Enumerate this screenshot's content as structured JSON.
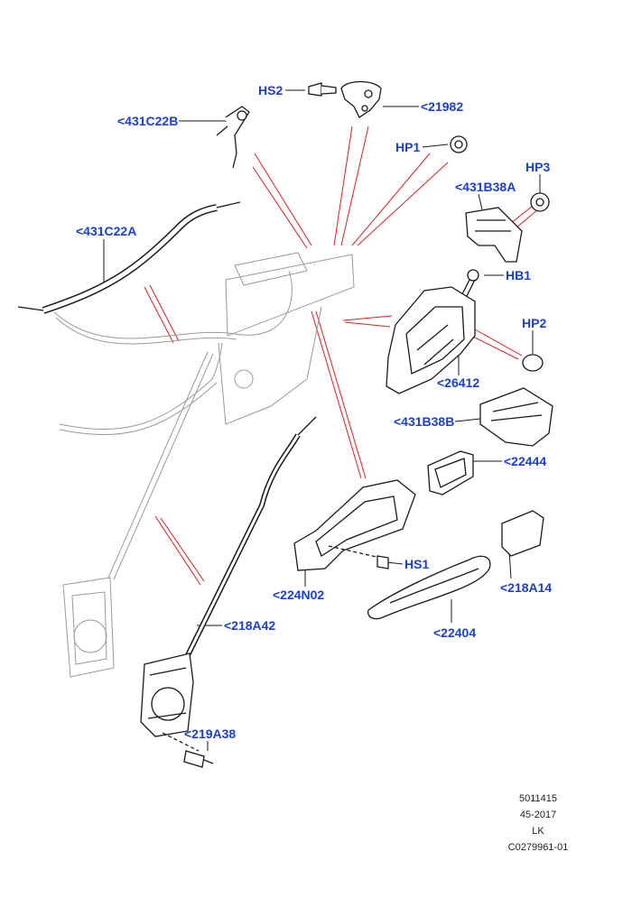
{
  "callouts": {
    "hs2": "HS2",
    "p431c22b": "<431C22B",
    "p21982": "<21982",
    "hp1": "HP1",
    "hp3": "HP3",
    "p431b38a": "<431B38A",
    "p431c22a": "<431C22A",
    "hb1": "HB1",
    "hp2": "HP2",
    "p26412": "<26412",
    "p431b38b": "<431B38B",
    "p22444": "<22444",
    "hs1": "HS1",
    "p224n02": "<224N02",
    "p218a14": "<218A14",
    "p218a42": "<218A42",
    "p22404": "<22404",
    "p219a38": "<219A38"
  },
  "footer": {
    "line1": "5011415",
    "line2": "45-2017",
    "line3": "LK",
    "line4": "C0279961-01"
  },
  "colors": {
    "callout": "#1a3fd6",
    "leader": "#e02020",
    "part": "#1a1a1a",
    "ghost": "#9a9a9a"
  }
}
